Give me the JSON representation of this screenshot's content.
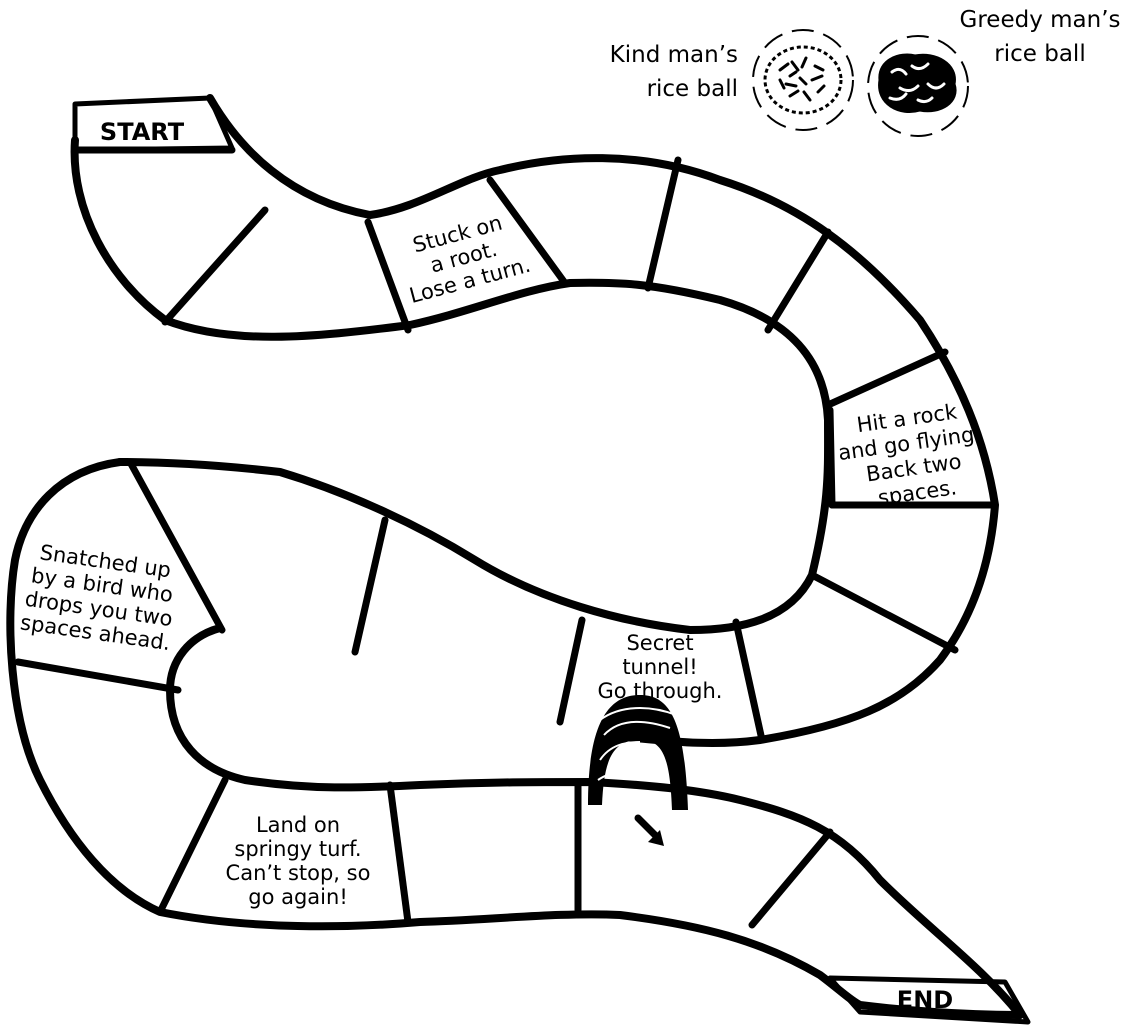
{
  "legend": {
    "kind_caption": [
      "Kind man’s",
      "rice ball"
    ],
    "greedy_caption": [
      "Greedy man’s",
      "rice ball"
    ]
  },
  "board": {
    "start_label": "START",
    "end_label": "END",
    "spaces": {
      "root": [
        "Stuck on",
        "a root.",
        "Lose a turn."
      ],
      "rock": [
        "Hit a rock",
        "and go flying!",
        "Back two",
        "spaces."
      ],
      "tunnel": [
        "Secret",
        "tunnel!",
        "Go through."
      ],
      "bird": [
        "Snatched up",
        "by a bird who",
        "drops you two",
        "spaces ahead."
      ],
      "turf": [
        "Land on",
        "springy turf.",
        "Can’t stop, so",
        "go again!"
      ]
    }
  },
  "colors": {
    "ink": "#000000",
    "paper": "#ffffff"
  },
  "icons": [
    "kind-rice-ball-icon",
    "greedy-rice-ball-icon",
    "tunnel-icon",
    "arrow-icon"
  ]
}
